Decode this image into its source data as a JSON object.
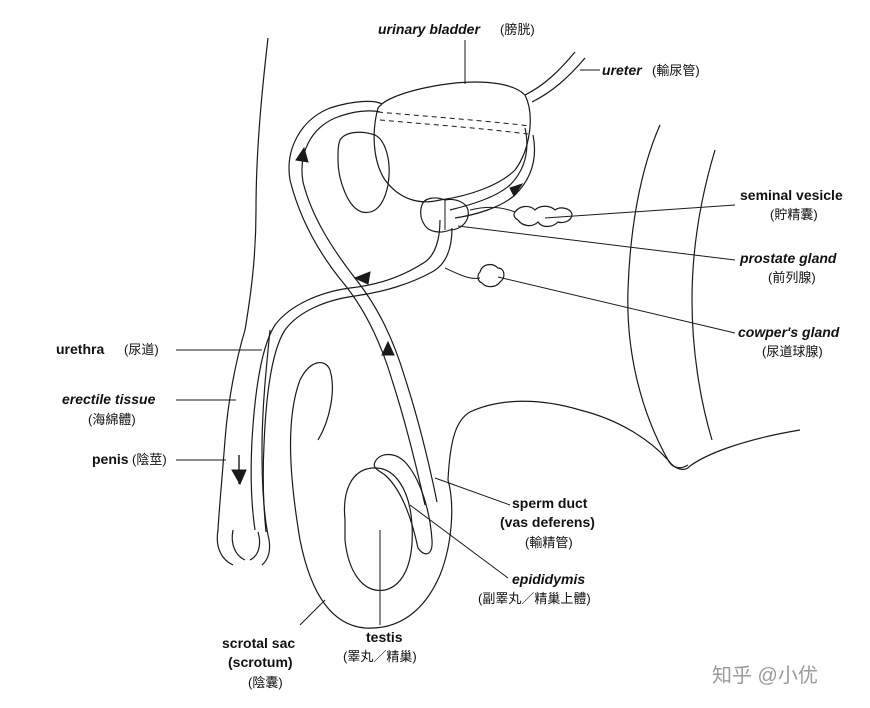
{
  "labels": {
    "urinary_bladder": {
      "en": "urinary bladder",
      "cn": "(膀胱)"
    },
    "ureter": {
      "en": "ureter",
      "cn": "(輸尿管)"
    },
    "seminal_vesicle": {
      "en": "seminal vesicle",
      "cn": "(貯精囊)"
    },
    "prostate_gland": {
      "en": "prostate gland",
      "cn": "(前列腺)"
    },
    "cowpers_gland": {
      "en": "cowper's gland",
      "cn": "(尿道球腺)"
    },
    "urethra": {
      "en": "urethra",
      "cn": "(尿道)"
    },
    "erectile_tissue": {
      "en": "erectile tissue",
      "cn": "(海綿體)"
    },
    "penis": {
      "en": "penis",
      "cn": "(陰莖)"
    },
    "sperm_duct": {
      "en1": "sperm duct",
      "en2": "(vas deferens)",
      "cn": "(輸精管)"
    },
    "epididymis": {
      "en": "epididymis",
      "cn": "(副睪丸／精巢上體)"
    },
    "testis": {
      "en": "testis",
      "cn": "(睪丸／精巢)"
    },
    "scrotal_sac": {
      "en1": "scrotal sac",
      "en2": "(scrotum)",
      "cn": "(陰囊)"
    }
  },
  "watermark": "知乎 @小优"
}
